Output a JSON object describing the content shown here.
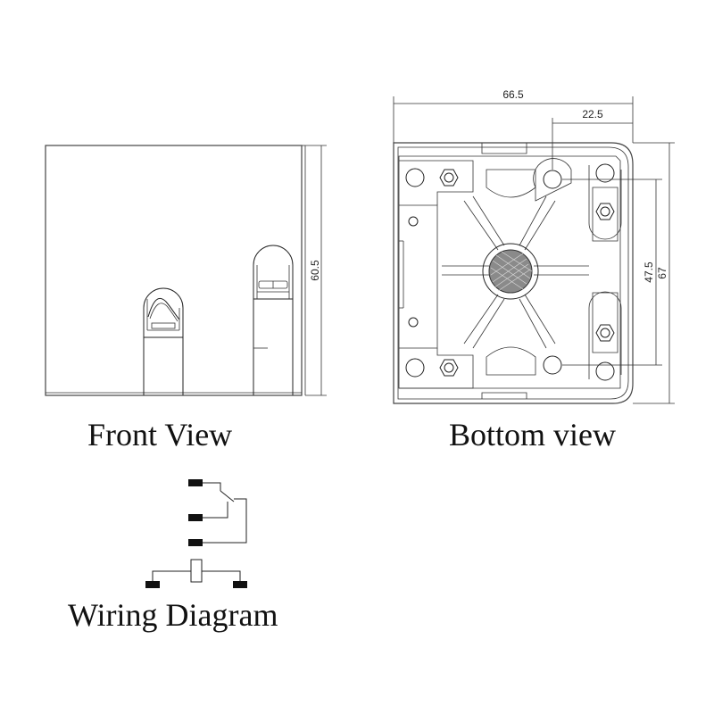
{
  "labels": {
    "front_view": "Front View",
    "bottom_view": "Bottom view",
    "wiring_diagram": "Wiring Diagram"
  },
  "dimensions": {
    "front_height": "60.5",
    "bottom_width": "66.5",
    "hole_offset": "22.5",
    "hole_spacing": "47.5",
    "bottom_height": "67"
  },
  "colors": {
    "line": "#222222",
    "terminal": "#111111",
    "background": "#ffffff"
  }
}
